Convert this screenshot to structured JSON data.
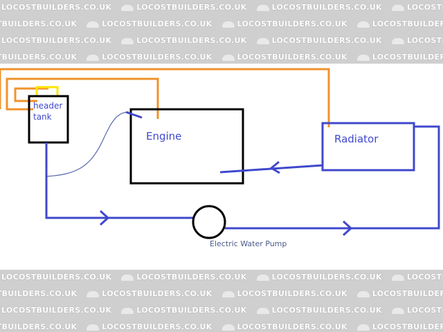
{
  "watermark": {
    "text": "LOCOSTBUILDERS.CO.UK",
    "color": "#ffffff",
    "band_color": "#cfcfcf"
  },
  "diagram": {
    "labels": {
      "header": "header",
      "tank": "tank",
      "engine": "Engine",
      "radiator": "Radiator",
      "pump": "Electric Water Pump"
    },
    "colors": {
      "orange_pipe": "#f0922b",
      "blue_pipe": "#3f48cc",
      "cap": "#ffe600",
      "box": "#000000",
      "label_blue": "#3f48cc",
      "hose": "#5566aa"
    }
  }
}
